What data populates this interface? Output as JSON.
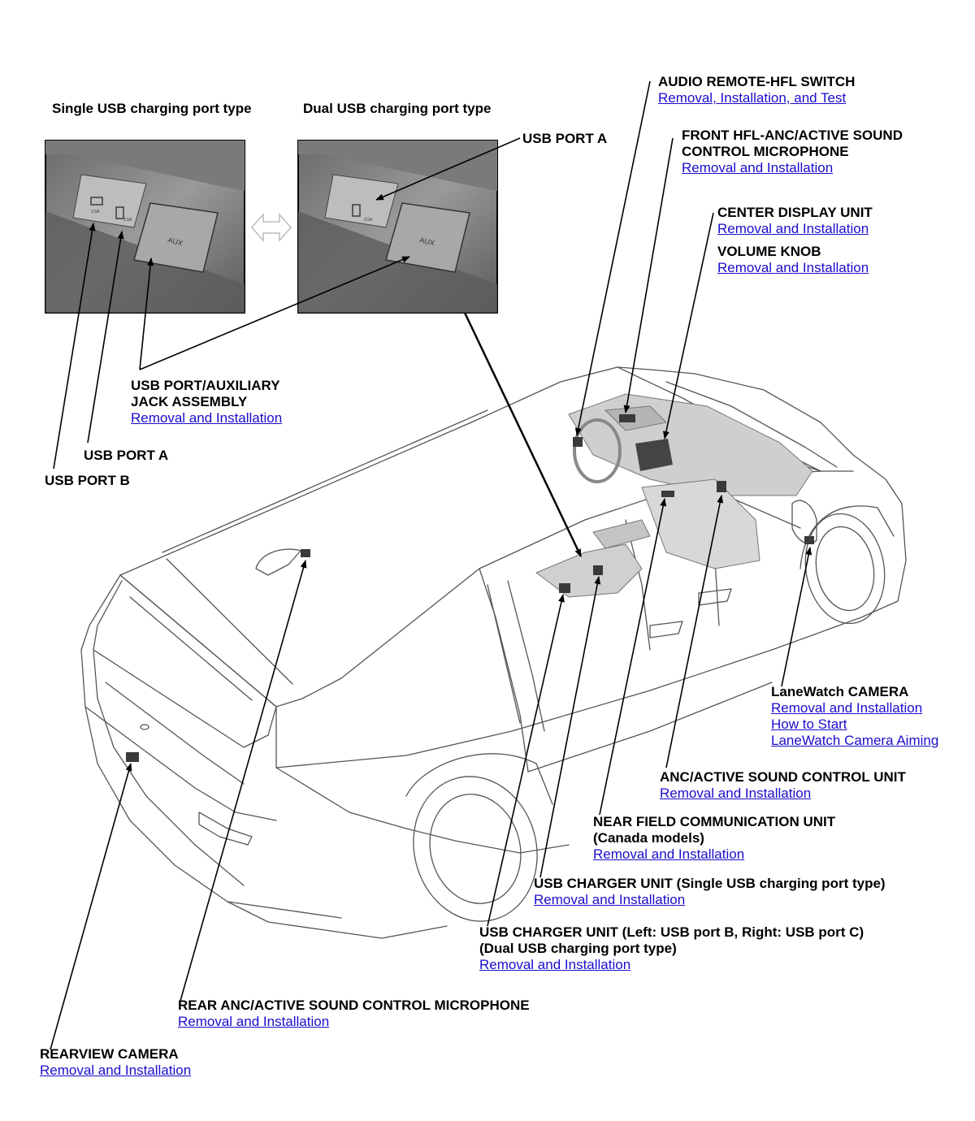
{
  "insets": {
    "single_line1": "Single",
    "single_line2": "USB charging port type",
    "dual_line1": "Dual",
    "dual_line2": "USB charging port type",
    "single_icons": {
      "text1": "2.5A",
      "text2": "2.5A"
    },
    "dual_icons": {
      "text1": "2.5A"
    },
    "aux_label": "AUX"
  },
  "labels": {
    "usb_port_a_inset": {
      "title": "USB PORT A"
    },
    "usb_aux_jack": {
      "title1": "USB PORT/AUXILIARY",
      "title2": "JACK ASSEMBLY",
      "link": "Removal and Installation"
    },
    "usb_port_a": {
      "title": "USB PORT A"
    },
    "usb_port_b": {
      "title": "USB PORT B"
    },
    "audio_remote": {
      "title": "AUDIO REMOTE-HFL SWITCH",
      "link": "Removal, Installation, and Test"
    },
    "front_mic": {
      "title1": "FRONT HFL-ANC/ACTIVE SOUND",
      "title2": "CONTROL MICROPHONE",
      "link": "Removal and Installation"
    },
    "center_display": {
      "title": "CENTER DISPLAY UNIT",
      "link": "Removal and Installation"
    },
    "volume_knob": {
      "title": "VOLUME KNOB",
      "link": "Removal and Installation"
    },
    "lanewatch": {
      "title": "LaneWatch CAMERA",
      "link1": "Removal and Installation",
      "link2": "How to Start ",
      "link3": "LaneWatch Camera Aiming"
    },
    "anc_unit": {
      "title": "ANC/ACTIVE SOUND CONTROL UNIT",
      "link": "Removal and Installation"
    },
    "nfc": {
      "title1": "NEAR FIELD COMMUNICATION UNIT",
      "title2": "(Canada models)",
      "link": "Removal and Installation"
    },
    "usb_charger_single": {
      "title": "USB CHARGER UNIT (Single USB charging port type)",
      "link": "Removal and Installation"
    },
    "usb_charger_dual": {
      "title1": "USB CHARGER UNIT (Left: USB port B, Right: USB port C)",
      "title2": "(Dual USB charging port type)",
      "link": "Removal and Installation"
    },
    "rear_mic": {
      "title": "REAR ANC/ACTIVE SOUND CONTROL MICROPHONE",
      "link": "Removal and Installation"
    },
    "rearview": {
      "title": "REARVIEW CAMERA",
      "link": "Removal and Installation"
    }
  },
  "colors": {
    "link": "#1a0dcc",
    "text": "#000000",
    "inset_bg": "#8c8c8c"
  }
}
